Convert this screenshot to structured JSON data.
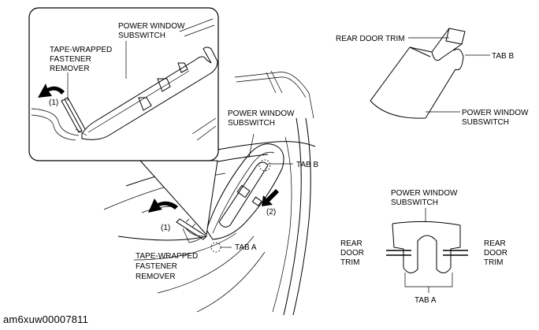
{
  "inset": {
    "power_window_subswitch": [
      "POWER WINDOW",
      "SUBSWITCH"
    ],
    "tape_wrapped_fastener_remover": [
      "TAPE-WRAPPED",
      "FASTENER",
      "REMOVER"
    ],
    "step_1": "(1)"
  },
  "door": {
    "power_window_subswitch": [
      "POWER WINDOW",
      "SUBSWITCH"
    ],
    "tab_b": "TAB B",
    "tab_a": "TAB A",
    "step_1": "(1)",
    "step_2": "(2)",
    "tape_wrapped_fastener_remover": [
      "TAPE-WRAPPED",
      "FASTENER",
      "REMOVER"
    ]
  },
  "upper_right": {
    "rear_door_trim": "REAR DOOR TRIM",
    "tab_b": "TAB B",
    "power_window_subswitch": [
      "POWER WINDOW",
      "SUBSWITCH"
    ]
  },
  "lower_right": {
    "power_window_subswitch": [
      "POWER WINDOW",
      "SUBSWITCH"
    ],
    "rear_door_trim_left": [
      "REAR",
      "DOOR",
      "TRIM"
    ],
    "rear_door_trim_right": [
      "REAR",
      "DOOR",
      "TRIM"
    ],
    "tab_a": "TAB A"
  },
  "caption": "am6xuw00007811",
  "icons": [
    "curved-arrow-icon",
    "push-arrow-icon",
    "dashed-circle-icon"
  ]
}
